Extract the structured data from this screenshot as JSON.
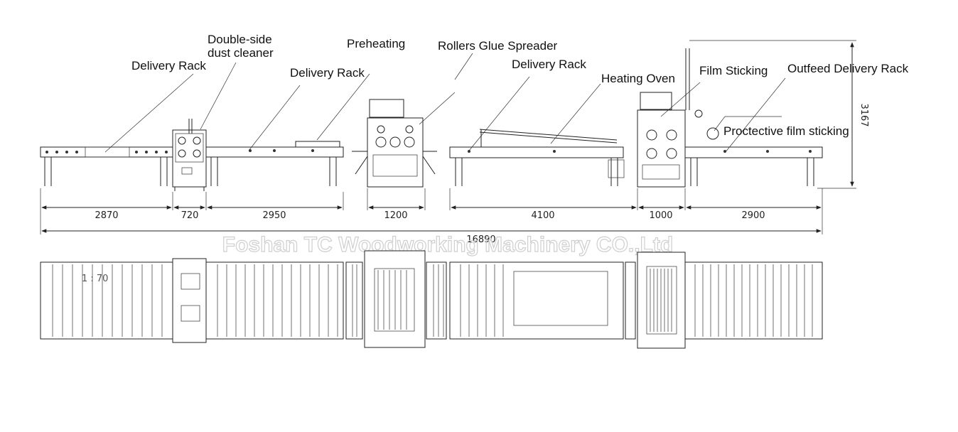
{
  "labels": {
    "delivery_rack_1": "Delivery Rack",
    "dust_cleaner_line1": "Double-side",
    "dust_cleaner_line2": "dust cleaner",
    "delivery_rack_2": "Delivery Rack",
    "preheating": "Preheating",
    "rollers_glue_spreader": "Rollers Glue Spreader",
    "delivery_rack_3": "Delivery Rack",
    "heating_oven": "Heating Oven",
    "film_sticking": "Film Sticking",
    "outfeed_delivery_rack": "Outfeed Delivery Rack",
    "protective_film_sticking": "Proctective film sticking"
  },
  "dimensions": {
    "d1": "2870",
    "d2": "720",
    "d3": "2950",
    "d4": "1200",
    "d5": "4100",
    "d6": "1000",
    "d7": "2900",
    "total": "16890",
    "height": "3167"
  },
  "scale_note": "1 : 70",
  "watermark": "Foshan TC Woodworking Machinery CO.,Ltd"
}
